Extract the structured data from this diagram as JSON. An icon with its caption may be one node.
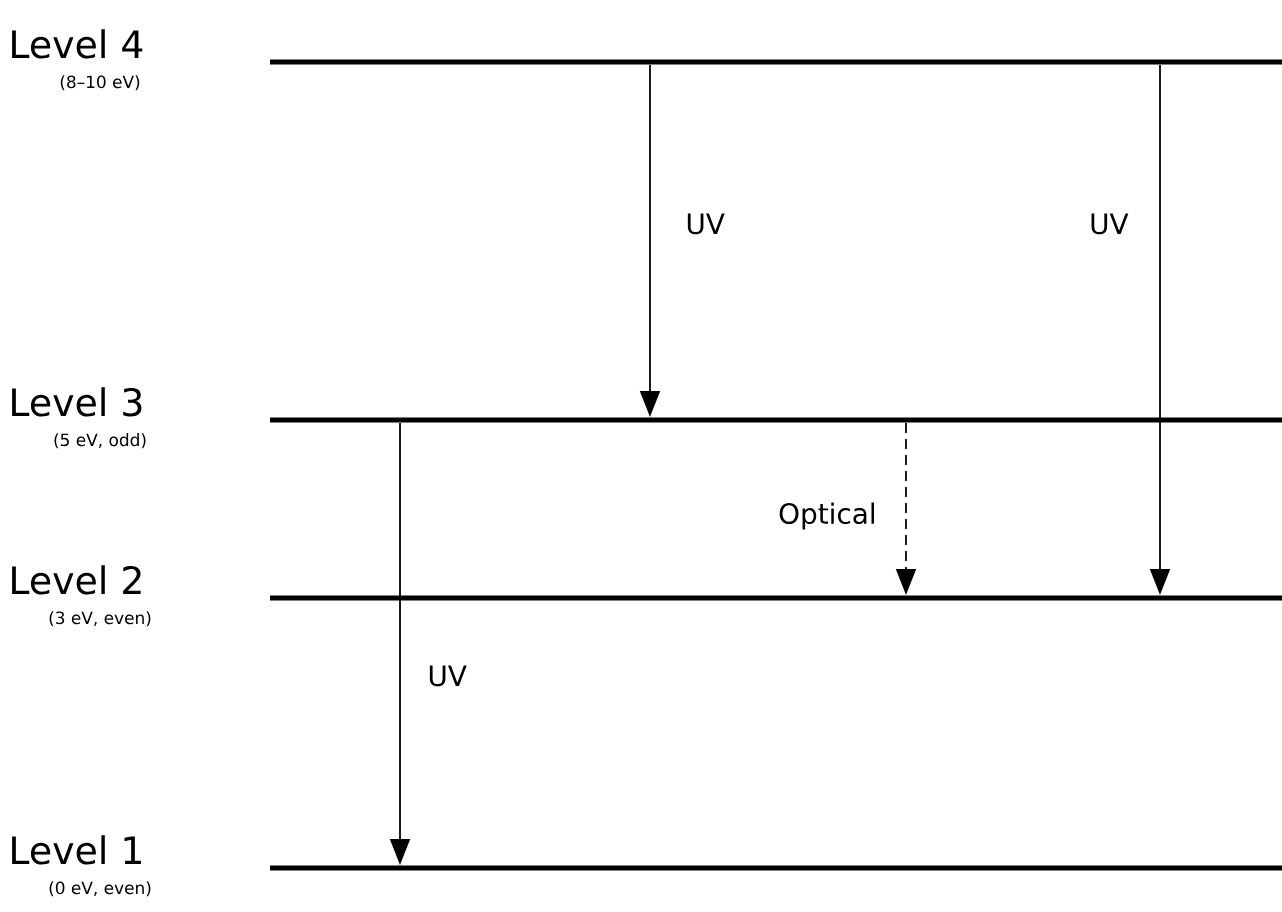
{
  "diagram": {
    "nodes": [
      {
        "text": [
          "Level 4"
        ]
      },
      {
        "text": [
          "Level 3"
        ]
      },
      {
        "text": [
          "Level 2"
        ]
      },
      {
        "text": [
          "Level 1"
        ]
      }
    ],
    "edges": [
      {
        "from": 0,
        "to": 1,
        "arrow": "to",
        "label": "UV"
      },
      {
        "from": 1,
        "to": 2,
        "arrow": "to",
        "label": "Optical",
        "style": "dashed"
      },
      {
        "from": 0,
        "to": 2,
        "arrow": "to",
        "label": "UV"
      },
      {
        "from": 1,
        "to": 3,
        "arrow": "to",
        "label": "UV"
      }
    ],
    "labels": [
      "(8–10 eV)",
      "(5 eV, odd)",
      "(3 eV, even)",
      "(0 eV, even)"
    ]
  }
}
